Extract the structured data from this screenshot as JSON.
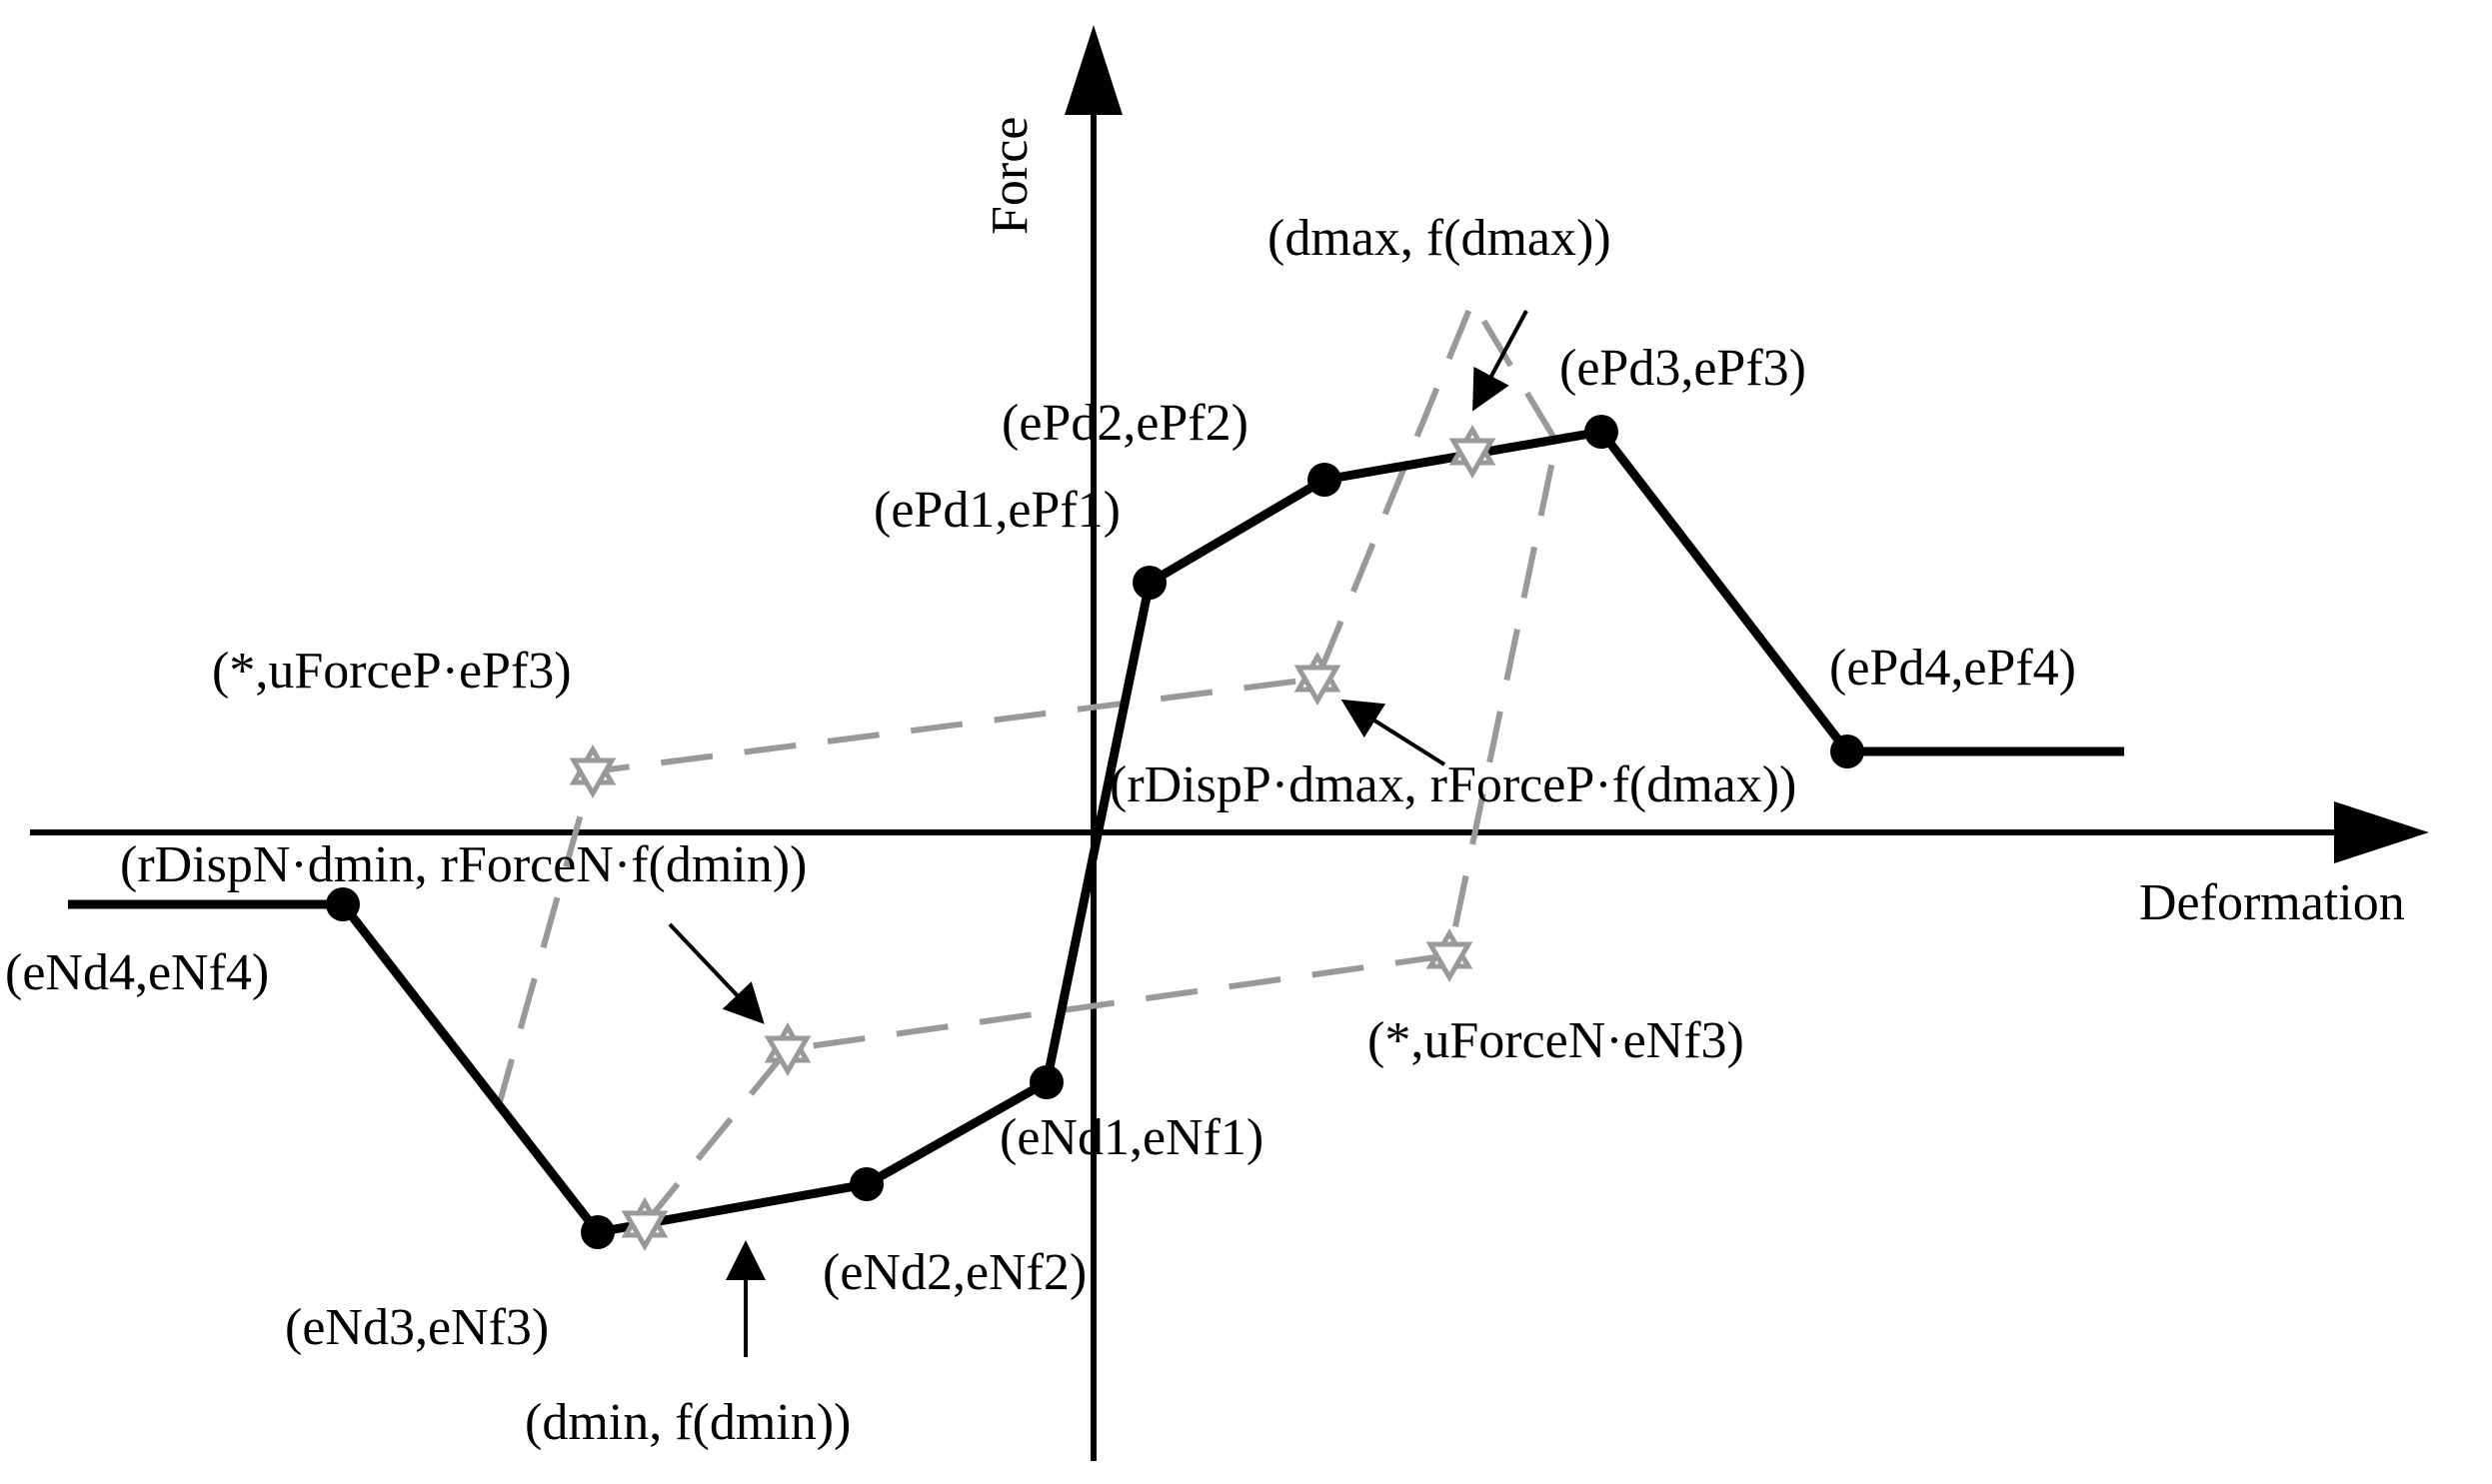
{
  "axes": {
    "x_label": "Deformation",
    "y_label": "Force"
  },
  "colors": {
    "backbone": "#000000",
    "path": "#999999",
    "axis": "#000000"
  },
  "icons": {
    "backbone_point": "filled-circle",
    "path_point": "hexagram-star",
    "arrow": "arrow-head"
  },
  "labels": {
    "ePd1": "(ePd1,ePf1)",
    "ePd2": "(ePd2,ePf2)",
    "ePd3": "(ePd3,ePf3)",
    "ePd4": "(ePd4,ePf4)",
    "eNd1": "(eNd1,eNf1)",
    "eNd2": "(eNd2,eNf2)",
    "eNd3": "(eNd3,eNf3)",
    "eNd4": "(eNd4,eNf4)",
    "dmax": "(dmax, f(dmax))",
    "dmin": "(dmin, f(dmin))",
    "uforce_p": "(*,uForceP·ePf3)",
    "uforce_n": "(*,uForceN·eNf3)",
    "rdisp_p": "(rDispP·dmax, rForceP·f(dmax))",
    "rdisp_n": "(rDispN·dmin, rForceN·f(dmin))"
  }
}
